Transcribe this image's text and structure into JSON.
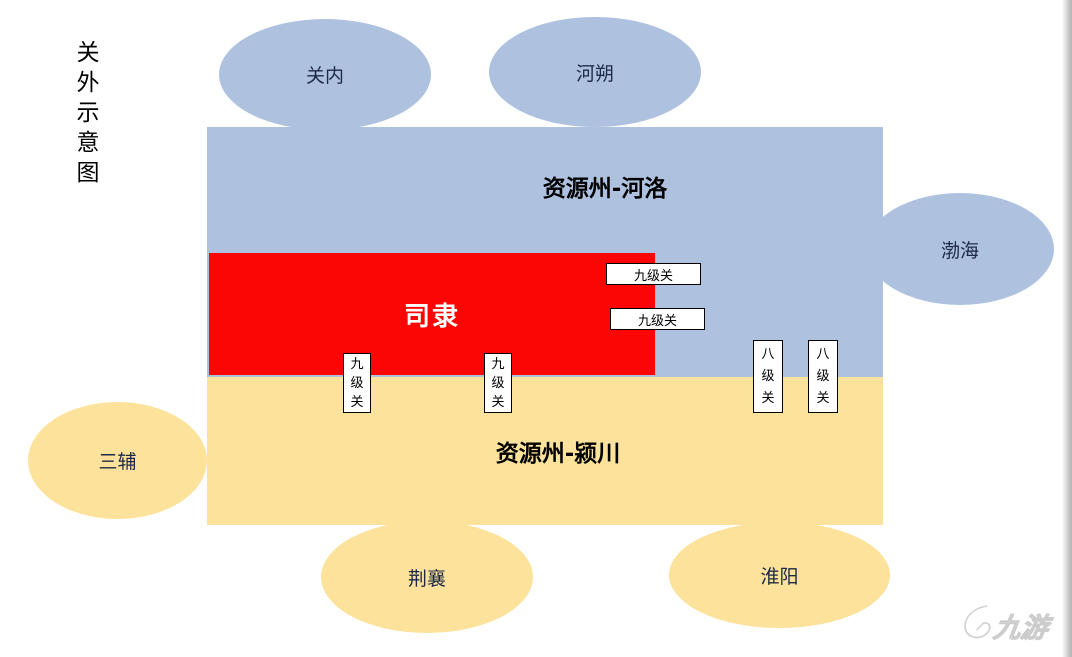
{
  "title": {
    "text": "关外示意图"
  },
  "colors": {
    "blue_region": "#aec2e0",
    "yellow_region": "#fce29a",
    "red_region": "#fb0505",
    "ellipse_label": "#1c2946",
    "pass_box_border": "#000000",
    "pass_box_bg": "#ffffff"
  },
  "regions": {
    "heluo": {
      "label": "资源州-河洛"
    },
    "sili": {
      "label": "司隶"
    },
    "yingchuan": {
      "label": "资源州-颍川"
    }
  },
  "ellipses": {
    "guannei": {
      "label": "关内"
    },
    "heshuo": {
      "label": "河朔"
    },
    "bohai": {
      "label": "渤海"
    },
    "sanfu": {
      "label": "三辅"
    },
    "jingxiang": {
      "label": "荆襄"
    },
    "huaiyang": {
      "label": "淮阳"
    }
  },
  "passes": {
    "h1": {
      "label": "九级关"
    },
    "h2": {
      "label": "九级关"
    },
    "v1": {
      "label": "九级关"
    },
    "v2": {
      "label": "九级关"
    },
    "v3": {
      "label": "八级关"
    },
    "v4": {
      "label": "八级关"
    }
  },
  "watermark": {
    "text": "九游"
  }
}
